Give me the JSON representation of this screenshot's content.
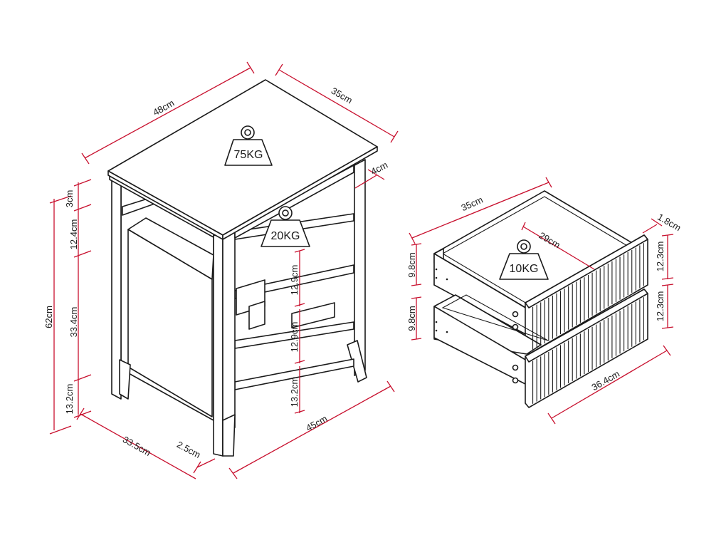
{
  "nightstand": {
    "width": "48cm",
    "depth": "35cm",
    "top_thickness": "4cm",
    "total_height": "62cm",
    "top_gap": "3cm",
    "upper_section": "12.4cm",
    "cabinet_height": "33.4cm",
    "leg_height_left": "13.2cm",
    "shelf_gap_1": "12.9cm",
    "shelf_gap_2": "12.9cm",
    "leg_height_right": "13.2cm",
    "bottom_depth": "33.5cm",
    "leg_width": "2.5cm",
    "bottom_width": "45cm",
    "top_load": "75KG",
    "shelf_load": "20KG"
  },
  "drawer": {
    "depth": "35cm",
    "inner_width": "29cm",
    "front_thickness": "1.8cm",
    "front_height_upper": "12.3cm",
    "front_height_lower": "12.3cm",
    "side_height_upper": "9.8cm",
    "side_height_lower": "9.8cm",
    "front_width": "36.4cm",
    "load": "10KG"
  },
  "colors": {
    "dimension_line": "#c8102e",
    "outline": "#1a1a1a"
  }
}
